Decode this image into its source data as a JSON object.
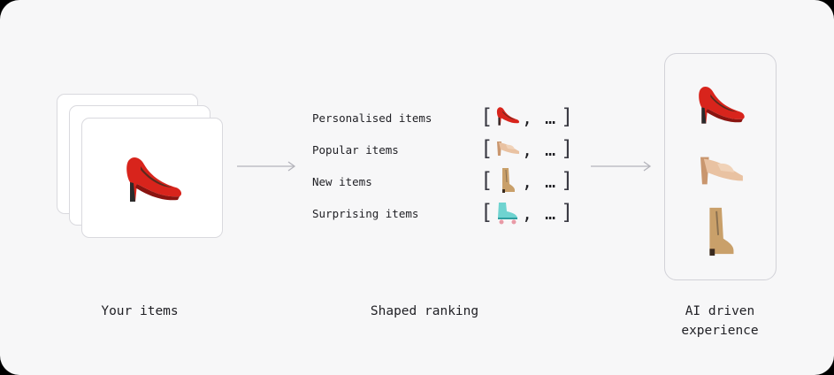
{
  "stages": {
    "items_label": "Your items",
    "ranking_label": "Shaped ranking",
    "experience_label_line1": "AI driven",
    "experience_label_line2": "experience"
  },
  "rankings": [
    {
      "label": "Personalised items",
      "item_icon": "high-heel-icon",
      "ellipsis": ", …"
    },
    {
      "label": "Popular items",
      "item_icon": "sandal-icon",
      "ellipsis": ", …"
    },
    {
      "label": "New items",
      "item_icon": "boot-icon",
      "ellipsis": ", …"
    },
    {
      "label": "Surprising items",
      "item_icon": "roller-skate-icon",
      "ellipsis": ", …"
    }
  ],
  "brackets": {
    "open": "[",
    "close": "]"
  },
  "experience_items": [
    "high-heel-icon",
    "sandal-icon",
    "boot-icon"
  ],
  "colors": {
    "background": "#f7f7f8",
    "card": "#ffffff",
    "border": "#d9d9de",
    "arrow": "#b4b4bb",
    "text": "#1f1f24"
  }
}
